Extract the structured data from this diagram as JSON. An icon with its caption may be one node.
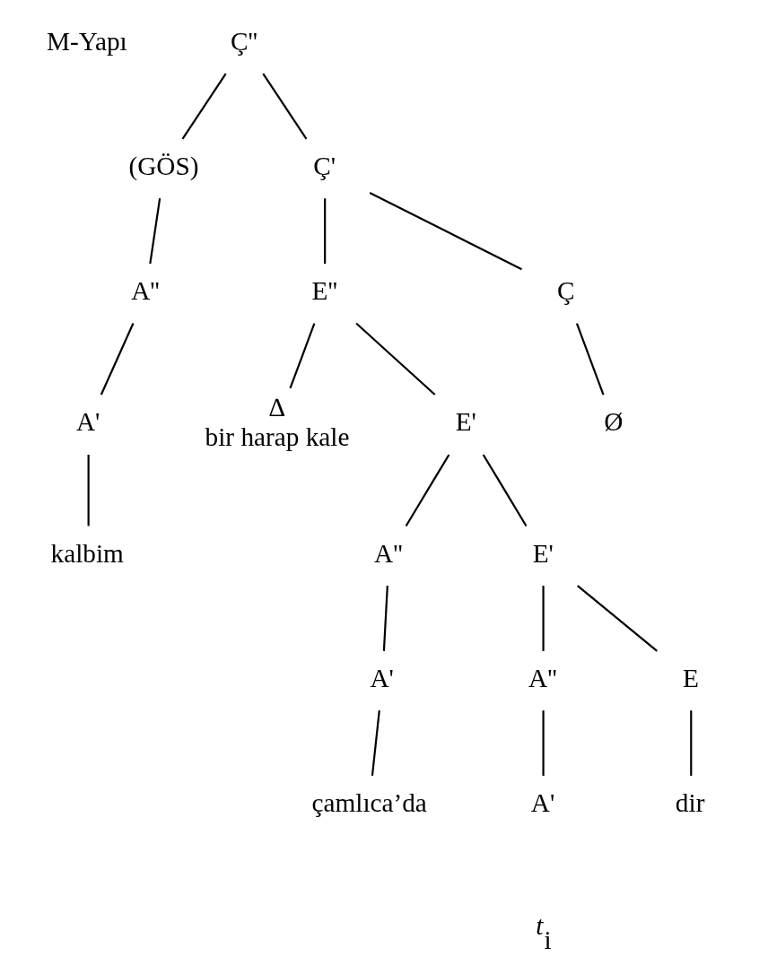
{
  "diagram": {
    "nodes": [
      {
        "text": [
          "Ç''"
        ]
      },
      {
        "text": [
          "(GÖS)"
        ]
      },
      {
        "text": [
          "Ç'"
        ]
      },
      {
        "text": [
          "A''"
        ]
      },
      {
        "text": [
          "A'"
        ]
      },
      {
        "text": [
          "kalbim"
        ]
      },
      {
        "text": [
          "E''"
        ]
      },
      {
        "text": [
          "Ç"
        ]
      },
      {
        "text": [
          "∆",
          "bir harap kale"
        ]
      },
      {
        "text": [
          "E'"
        ]
      },
      {
        "text": [
          "Ø"
        ]
      },
      {
        "text": [
          "A''"
        ]
      },
      {
        "text": [
          "E'"
        ]
      },
      {
        "text": [
          "A'"
        ]
      },
      {
        "text": [
          "çamlıca’da"
        ]
      },
      {
        "text": [
          "A''"
        ]
      },
      {
        "text": [
          "A'"
        ]
      },
      {
        "text": [
          "E"
        ]
      },
      {
        "text": [
          "dir"
        ]
      }
    ],
    "edges": [
      {
        "from": 0,
        "to": 1,
        "arrow": "none"
      },
      {
        "from": 0,
        "to": 2,
        "arrow": "none"
      },
      {
        "from": 1,
        "to": 3,
        "arrow": "none"
      },
      {
        "from": 3,
        "to": 4,
        "arrow": "none"
      },
      {
        "from": 4,
        "to": 5,
        "arrow": "none"
      },
      {
        "from": 2,
        "to": 6,
        "arrow": "none"
      },
      {
        "from": 2,
        "to": 7,
        "arrow": "none"
      },
      {
        "from": 6,
        "to": 8,
        "arrow": "none"
      },
      {
        "from": 6,
        "to": 9,
        "arrow": "none"
      },
      {
        "from": 7,
        "to": 10,
        "arrow": "none"
      },
      {
        "from": 9,
        "to": 11,
        "arrow": "none"
      },
      {
        "from": 9,
        "to": 12,
        "arrow": "none"
      },
      {
        "from": 11,
        "to": 13,
        "arrow": "none"
      },
      {
        "from": 13,
        "to": 14,
        "arrow": "none"
      },
      {
        "from": 12,
        "to": 15,
        "arrow": "none"
      },
      {
        "from": 12,
        "to": 17,
        "arrow": "none"
      },
      {
        "from": 15,
        "to": 16,
        "arrow": "none"
      },
      {
        "from": 17,
        "to": 18,
        "arrow": "none"
      }
    ],
    "labels": [
      "M-Yapı",
      "t$_{i}$"
    ]
  }
}
